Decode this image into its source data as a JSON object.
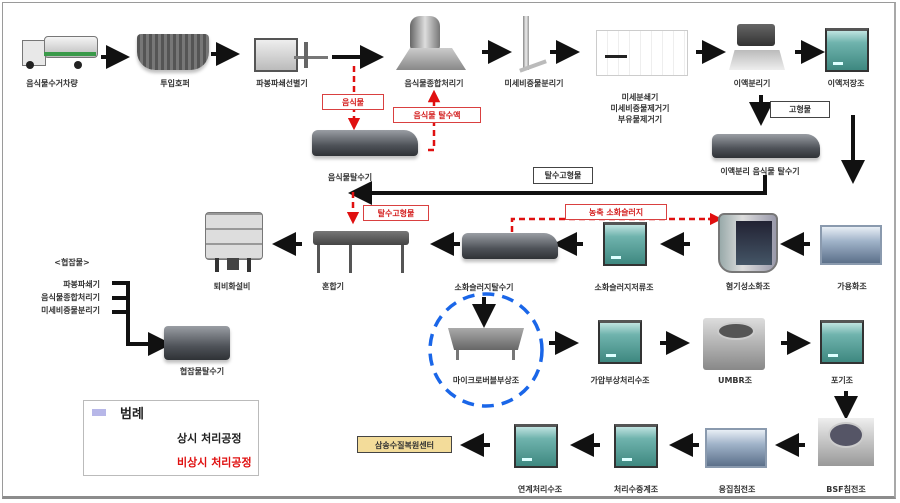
{
  "diagram": {
    "title": "음식물류 폐기물 처리공정 흐름도",
    "nodes": {
      "collection_truck": "음식물수거차량",
      "input_hopper": "투입호퍼",
      "bag_breaker": "파봉파쇄선별기",
      "food_combined_processor": "음식물종합처리기",
      "micro_foreign_separator": "미세비중물분리기",
      "micro_triple": "미세분쇄기\n미세비중물제거기\n부유물제거기",
      "liquid_separator": "이액분리기",
      "liquid_storage": "이액저장조",
      "food_dewatering": "음식물탈수기",
      "liquid_sep_food_dewatering": "이액분리 음식물 탈수기",
      "compost": "퇴비화설비",
      "mixer": "혼합기",
      "digestion_sludge_dewatering": "소화슬러지탈수기",
      "digestion_sludge_storage": "소화슬러지저류조",
      "anaerobic_digester": "혐기성소화조",
      "acidification": "가용화조",
      "foreign_dewatering": "협잡물탈수기",
      "microbubble_flotation": "마이크로버블부상조",
      "pressure_flotation": "가압부상처리수조",
      "umbr": "UMBR조",
      "aeration": "포기조",
      "bsf_settling": "BSF침전조",
      "coag_settling": "응집침전조",
      "treated_water_relay": "처리수중계조",
      "linked_treatment": "연계처리수조",
      "sewage_center": "삼송수질복원센터"
    },
    "foreign_matter": {
      "heading": "<협잡물>",
      "sources": [
        "파봉파쇄기",
        "음식물종합처리기",
        "미세비중물분리기"
      ]
    },
    "flow_labels": {
      "food_waste": "음식물",
      "food_dewater_liquid": "음식물 탈수액",
      "solids": "고형물",
      "dewatered_solids_black": "탈수고형물",
      "dewatered_solids_red": "탈수고형물",
      "concentrated_sludge": "농축 소화슬러지"
    },
    "legend": {
      "title": "범례",
      "normal": "상시 처리공정",
      "emergency": "비상시 처리공정"
    },
    "colors": {
      "normal_flow": "#111111",
      "emergency_flow": "#e01010",
      "highlight_circle": "#1a66e8",
      "legend_swatch": "#b7b7e8",
      "destination_box": "#f3dc9a"
    }
  }
}
